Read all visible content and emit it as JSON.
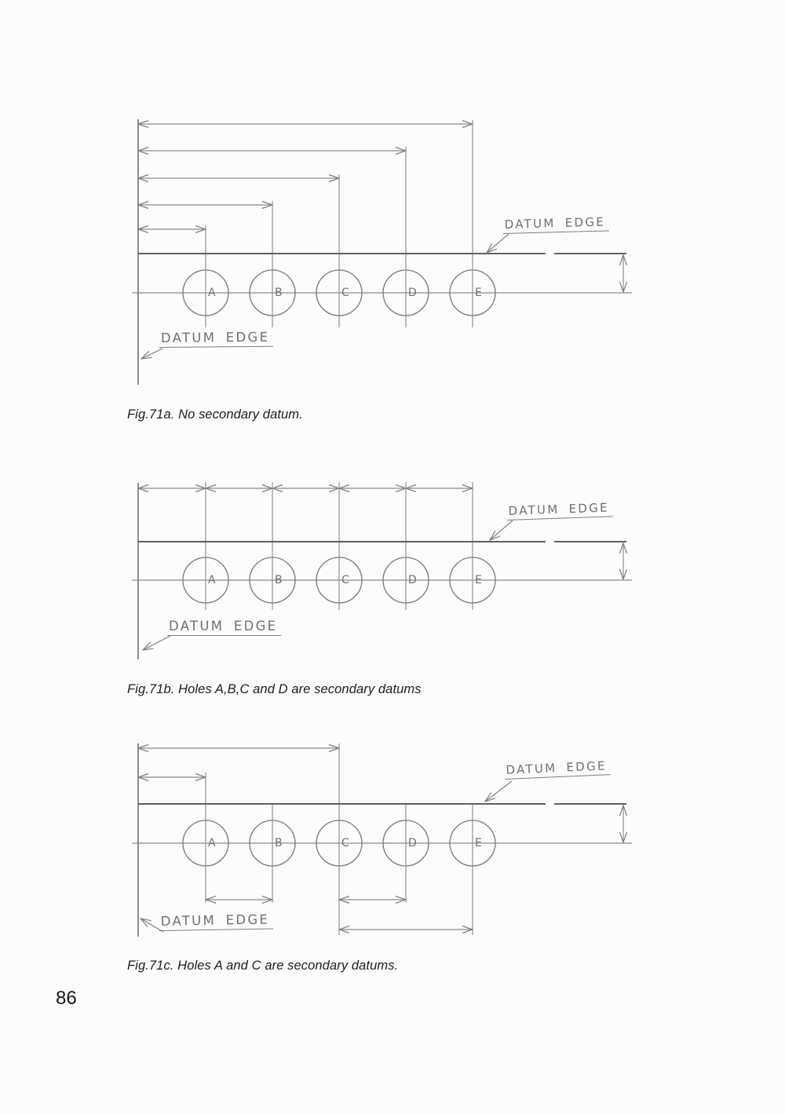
{
  "page": {
    "number": "86"
  },
  "labels": {
    "datum_edge": "DATUM EDGE"
  },
  "holes": [
    "A",
    "B",
    "C",
    "D",
    "E"
  ],
  "figures": {
    "a": {
      "caption": "Fig.71a. No secondary datum."
    },
    "b": {
      "caption": "Fig.71b. Holes A,B,C and D are secondary datums"
    },
    "c": {
      "caption": "Fig.71c. Holes A and C are secondary datums."
    }
  },
  "colors": {
    "pencil_line": "#8d8d8d",
    "part_edge": "#616161",
    "hand_text": "#6f6f6f",
    "caption_text": "#1c1c1c",
    "background": "#fcfcfc"
  }
}
